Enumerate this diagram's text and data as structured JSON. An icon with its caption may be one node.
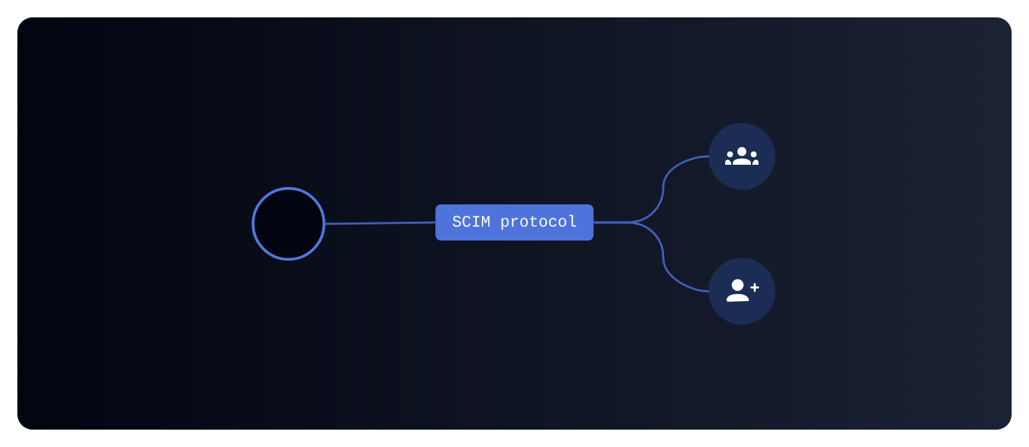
{
  "diagram": {
    "nodes": [
      {
        "text": [],
        "shape": "circle"
      },
      {
        "text": [
          "SCIM protocol"
        ]
      },
      {
        "text": [],
        "shape": "circle"
      },
      {
        "text": [],
        "shape": "circle"
      }
    ],
    "edges": [
      {
        "from": 0,
        "to": 1,
        "arrow": "none"
      },
      {
        "from": 1,
        "to": 2,
        "arrow": "none"
      },
      {
        "from": 1,
        "to": 3,
        "arrow": "none"
      }
    ]
  }
}
